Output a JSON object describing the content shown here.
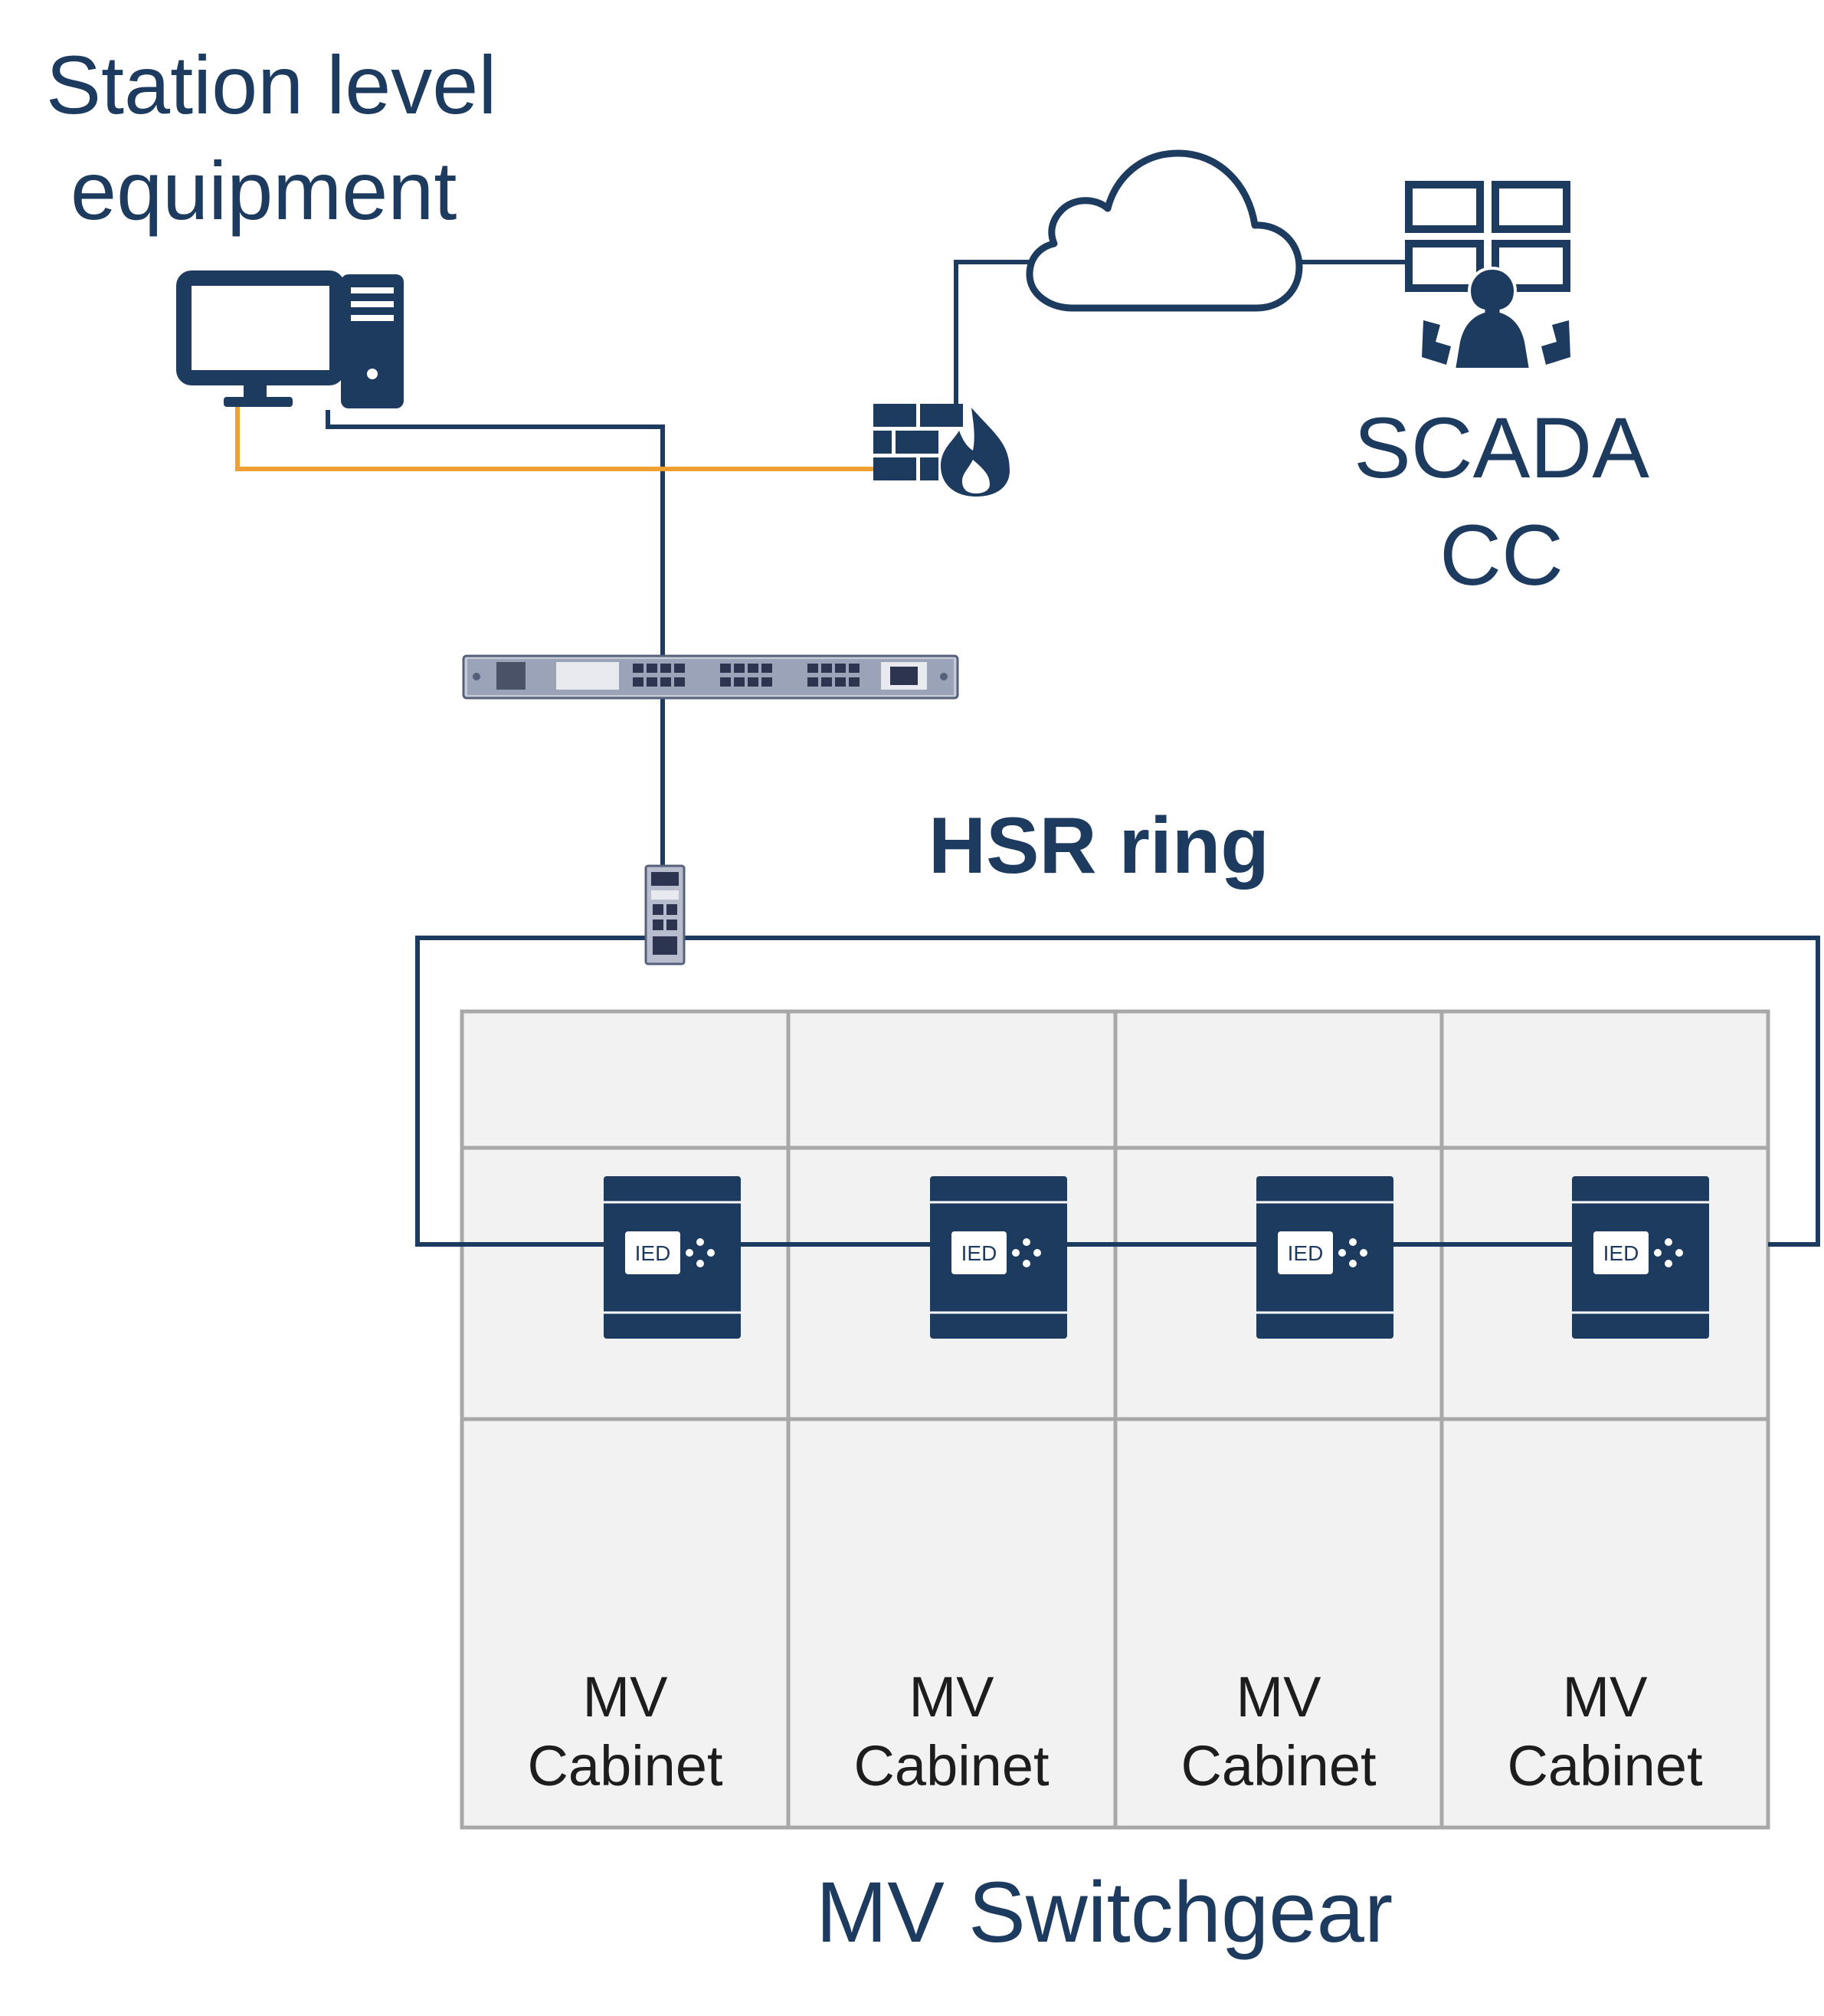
{
  "labels": {
    "station_line1": "Station level",
    "station_line2": "equipment",
    "scada_line1": "SCADA",
    "scada_line2": "CC",
    "hsr_ring": "HSR ring",
    "mv_switchgear": "MV Switchgear"
  },
  "cabinets": [
    {
      "line1": "MV",
      "line2": "Cabinet",
      "ied": "IED"
    },
    {
      "line1": "MV",
      "line2": "Cabinet",
      "ied": "IED"
    },
    {
      "line1": "MV",
      "line2": "Cabinet",
      "ied": "IED"
    },
    {
      "line1": "MV",
      "line2": "Cabinet",
      "ied": "IED"
    }
  ],
  "icons": {
    "workstation": "desktop-computer-icon",
    "firewall": "firewall-icon",
    "cloud": "cloud-icon",
    "scada": "control-room-operator-icon",
    "core_switch": "rack-switch-icon",
    "redbox": "din-rail-switch-icon",
    "ied": "ied-device-icon"
  },
  "colors": {
    "primary": "#1d3a5f",
    "orange_link": "#f0a030",
    "cabinet_fill": "#f2f2f2",
    "cabinet_border": "#a8a8a8"
  }
}
